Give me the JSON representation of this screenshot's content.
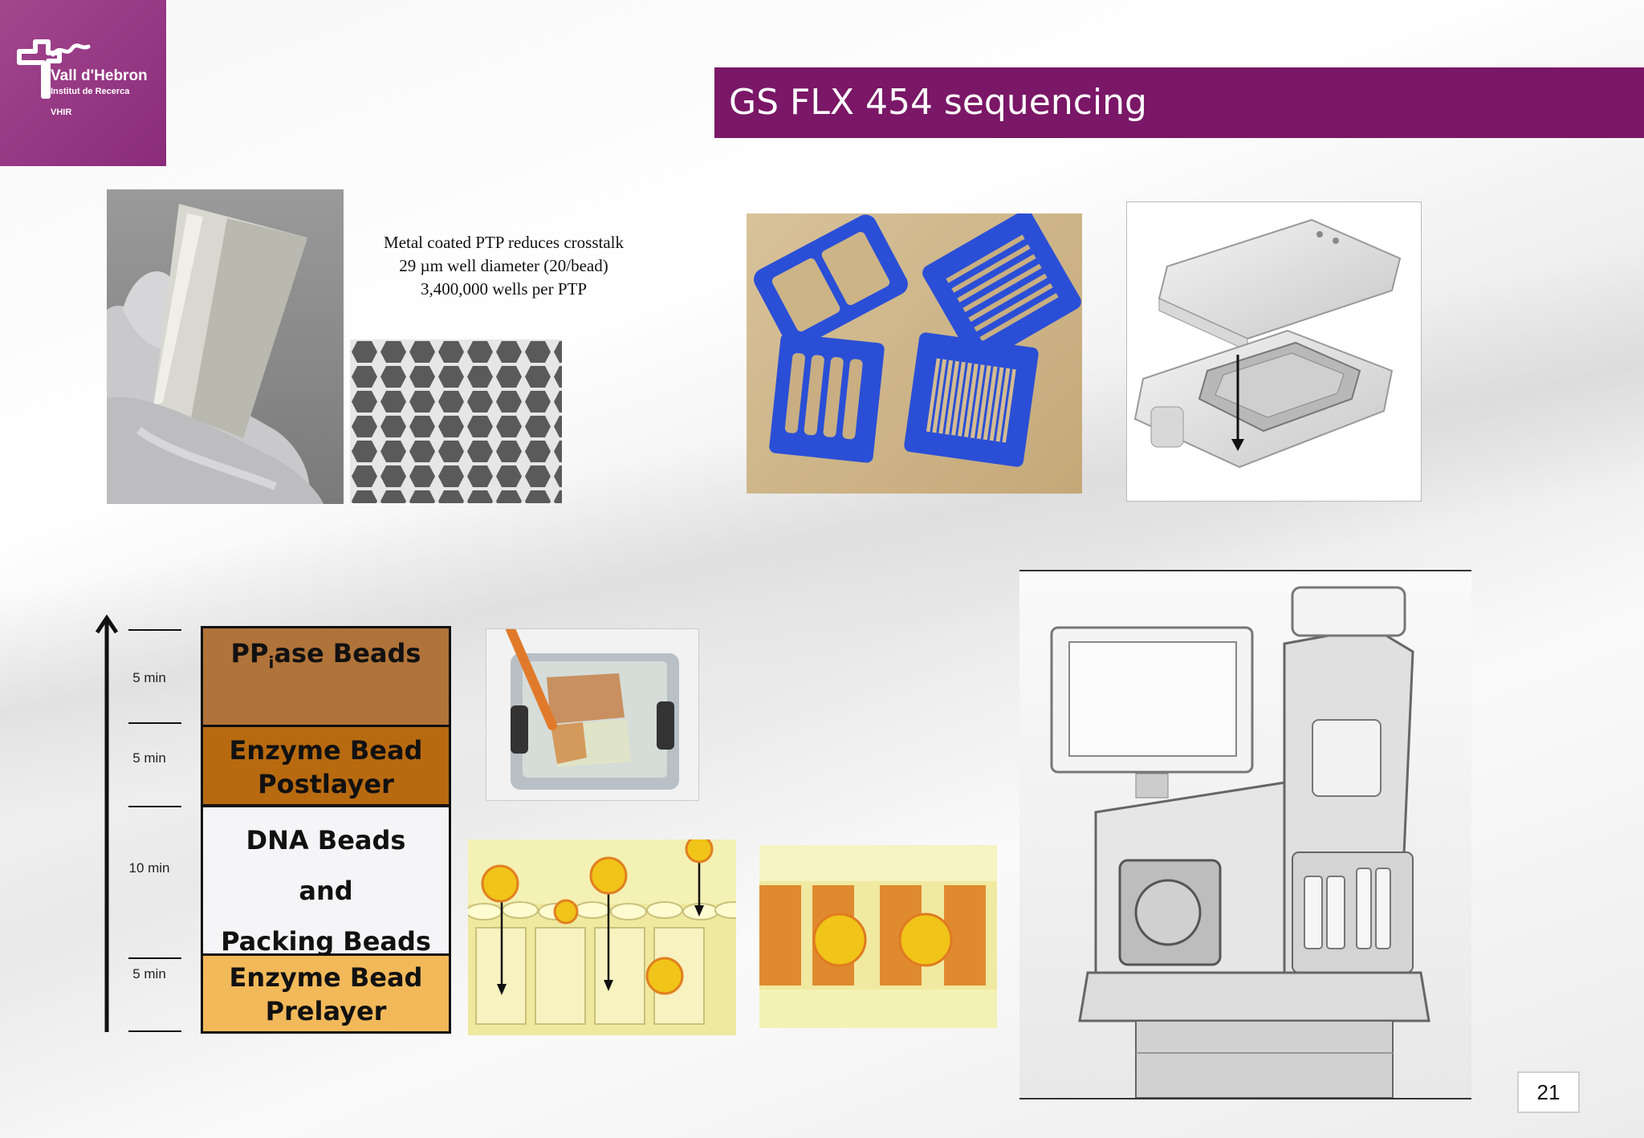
{
  "logo": {
    "name": "Vall d'Hebron",
    "subtitle": "Institut de Recerca",
    "acronym": "VHIR",
    "colors": {
      "background": "#9a3d89",
      "text": "#ffffff"
    }
  },
  "title": "GS FLX 454 sequencing",
  "ptp_caption": {
    "line1": "Metal coated PTP reduces crosstalk",
    "line2": "29 µm well diameter (20/bead)",
    "line3": "3,400,000 wells per PTP"
  },
  "layers": {
    "ppiase": {
      "pre": "PP",
      "sub": "i",
      "post": "ase Beads",
      "color": "#b0733a"
    },
    "postlayer": {
      "line1": "Enzyme Bead",
      "line2": "Postlayer",
      "color": "#b86a10"
    },
    "dna": {
      "line1": "DNA Beads",
      "line2": "and",
      "line3": "Packing Beads",
      "color": "#f5f5f8"
    },
    "prelayer": {
      "line1": "Enzyme Bead",
      "line2": "Prelayer",
      "color": "#f2b95a"
    }
  },
  "timeline": {
    "labels": [
      "5 min",
      "5 min",
      "10 min",
      "5 min"
    ]
  },
  "page_number": "21",
  "colors": {
    "accent": "#7a1767",
    "blue_plastic": "#2a4fd6",
    "bead_yellow": "#f0c419",
    "bead_orange": "#e08020"
  }
}
